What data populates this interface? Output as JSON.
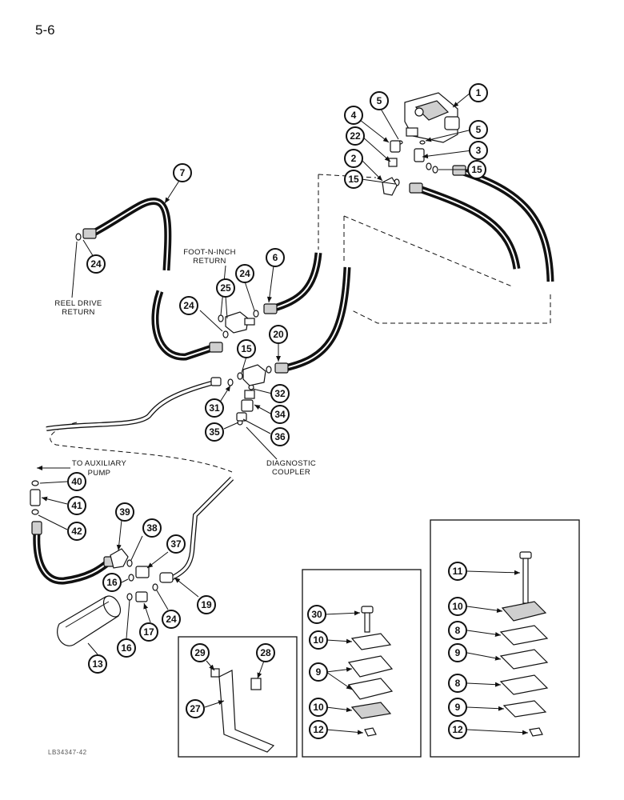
{
  "page_number": "5-6",
  "figure_id": "LB34347-42",
  "labels": {
    "foot_n_inch_return": [
      "FOOT-N-INCH",
      "RETURN"
    ],
    "reel_drive_return": [
      "REEL DRIVE",
      "RETURN"
    ],
    "to_auxiliary_pump": [
      "TO AUXILIARY",
      "PUMP"
    ],
    "diagnostic_coupler": [
      "DIAGNOSTIC",
      "COUPLER"
    ]
  },
  "callouts": [
    {
      "id": "c1",
      "num": "1"
    },
    {
      "id": "c5a",
      "num": "5"
    },
    {
      "id": "c4",
      "num": "4"
    },
    {
      "id": "c5b",
      "num": "5"
    },
    {
      "id": "c22",
      "num": "22"
    },
    {
      "id": "c3",
      "num": "3"
    },
    {
      "id": "c2",
      "num": "2"
    },
    {
      "id": "c15a",
      "num": "15"
    },
    {
      "id": "c15b",
      "num": "15"
    },
    {
      "id": "c7",
      "num": "7"
    },
    {
      "id": "c24a",
      "num": "24"
    },
    {
      "id": "c6",
      "num": "6"
    },
    {
      "id": "c25",
      "num": "25"
    },
    {
      "id": "c24b",
      "num": "24"
    },
    {
      "id": "c24c",
      "num": "24"
    },
    {
      "id": "c20",
      "num": "20"
    },
    {
      "id": "c15c",
      "num": "15"
    },
    {
      "id": "c32",
      "num": "32"
    },
    {
      "id": "c31",
      "num": "31"
    },
    {
      "id": "c34",
      "num": "34"
    },
    {
      "id": "c35",
      "num": "35"
    },
    {
      "id": "c36",
      "num": "36"
    },
    {
      "id": "c40",
      "num": "40"
    },
    {
      "id": "c41",
      "num": "41"
    },
    {
      "id": "c42",
      "num": "42"
    },
    {
      "id": "c39",
      "num": "39"
    },
    {
      "id": "c38",
      "num": "38"
    },
    {
      "id": "c37",
      "num": "37"
    },
    {
      "id": "c16a",
      "num": "16"
    },
    {
      "id": "c19",
      "num": "19"
    },
    {
      "id": "c24d",
      "num": "24"
    },
    {
      "id": "c17",
      "num": "17"
    },
    {
      "id": "c16b",
      "num": "16"
    },
    {
      "id": "c13",
      "num": "13"
    },
    {
      "id": "c29",
      "num": "29"
    },
    {
      "id": "c28",
      "num": "28"
    },
    {
      "id": "c27",
      "num": "27"
    },
    {
      "id": "c30",
      "num": "30"
    },
    {
      "id": "c10a",
      "num": "10"
    },
    {
      "id": "c9a",
      "num": "9"
    },
    {
      "id": "c10b",
      "num": "10"
    },
    {
      "id": "c12a",
      "num": "12"
    },
    {
      "id": "c11",
      "num": "11"
    },
    {
      "id": "c10c",
      "num": "10"
    },
    {
      "id": "c8a",
      "num": "8"
    },
    {
      "id": "c9b",
      "num": "9"
    },
    {
      "id": "c8b",
      "num": "8"
    },
    {
      "id": "c9c",
      "num": "9"
    },
    {
      "id": "c12b",
      "num": "12"
    }
  ]
}
